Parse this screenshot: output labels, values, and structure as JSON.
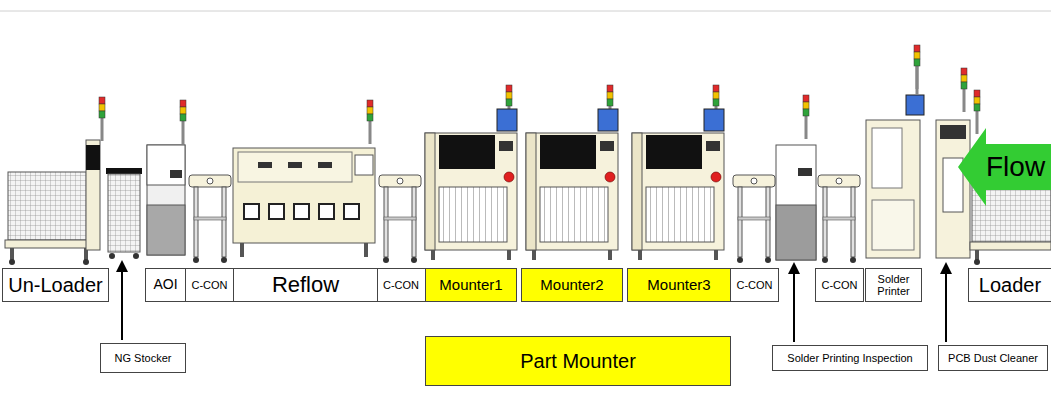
{
  "diagram": {
    "nodes": [
      {
        "text": [
          "Flow"
        ]
      },
      {
        "text": [
          "Un-Loader"
        ]
      },
      {
        "text": [
          "AOI"
        ]
      },
      {
        "text": [
          "C-CON"
        ]
      },
      {
        "text": [
          "Reflow"
        ]
      },
      {
        "text": [
          "C-CON"
        ]
      },
      {
        "text": [
          "Mounter1"
        ]
      },
      {
        "text": [
          "Mounter2"
        ]
      },
      {
        "text": [
          "Mounter3"
        ]
      },
      {
        "text": [
          "C-CON"
        ]
      },
      {
        "text": [
          "C-CON"
        ]
      },
      {
        "text": [
          "Solder Printer"
        ]
      },
      {
        "text": [
          "Loader"
        ]
      },
      {
        "text": [
          "NG Stocker"
        ]
      },
      {
        "text": [
          "Part Mounter"
        ]
      },
      {
        "text": [
          "Solder Printing Inspection"
        ]
      },
      {
        "text": [
          "PCB Dust Cleaner"
        ]
      }
    ]
  }
}
